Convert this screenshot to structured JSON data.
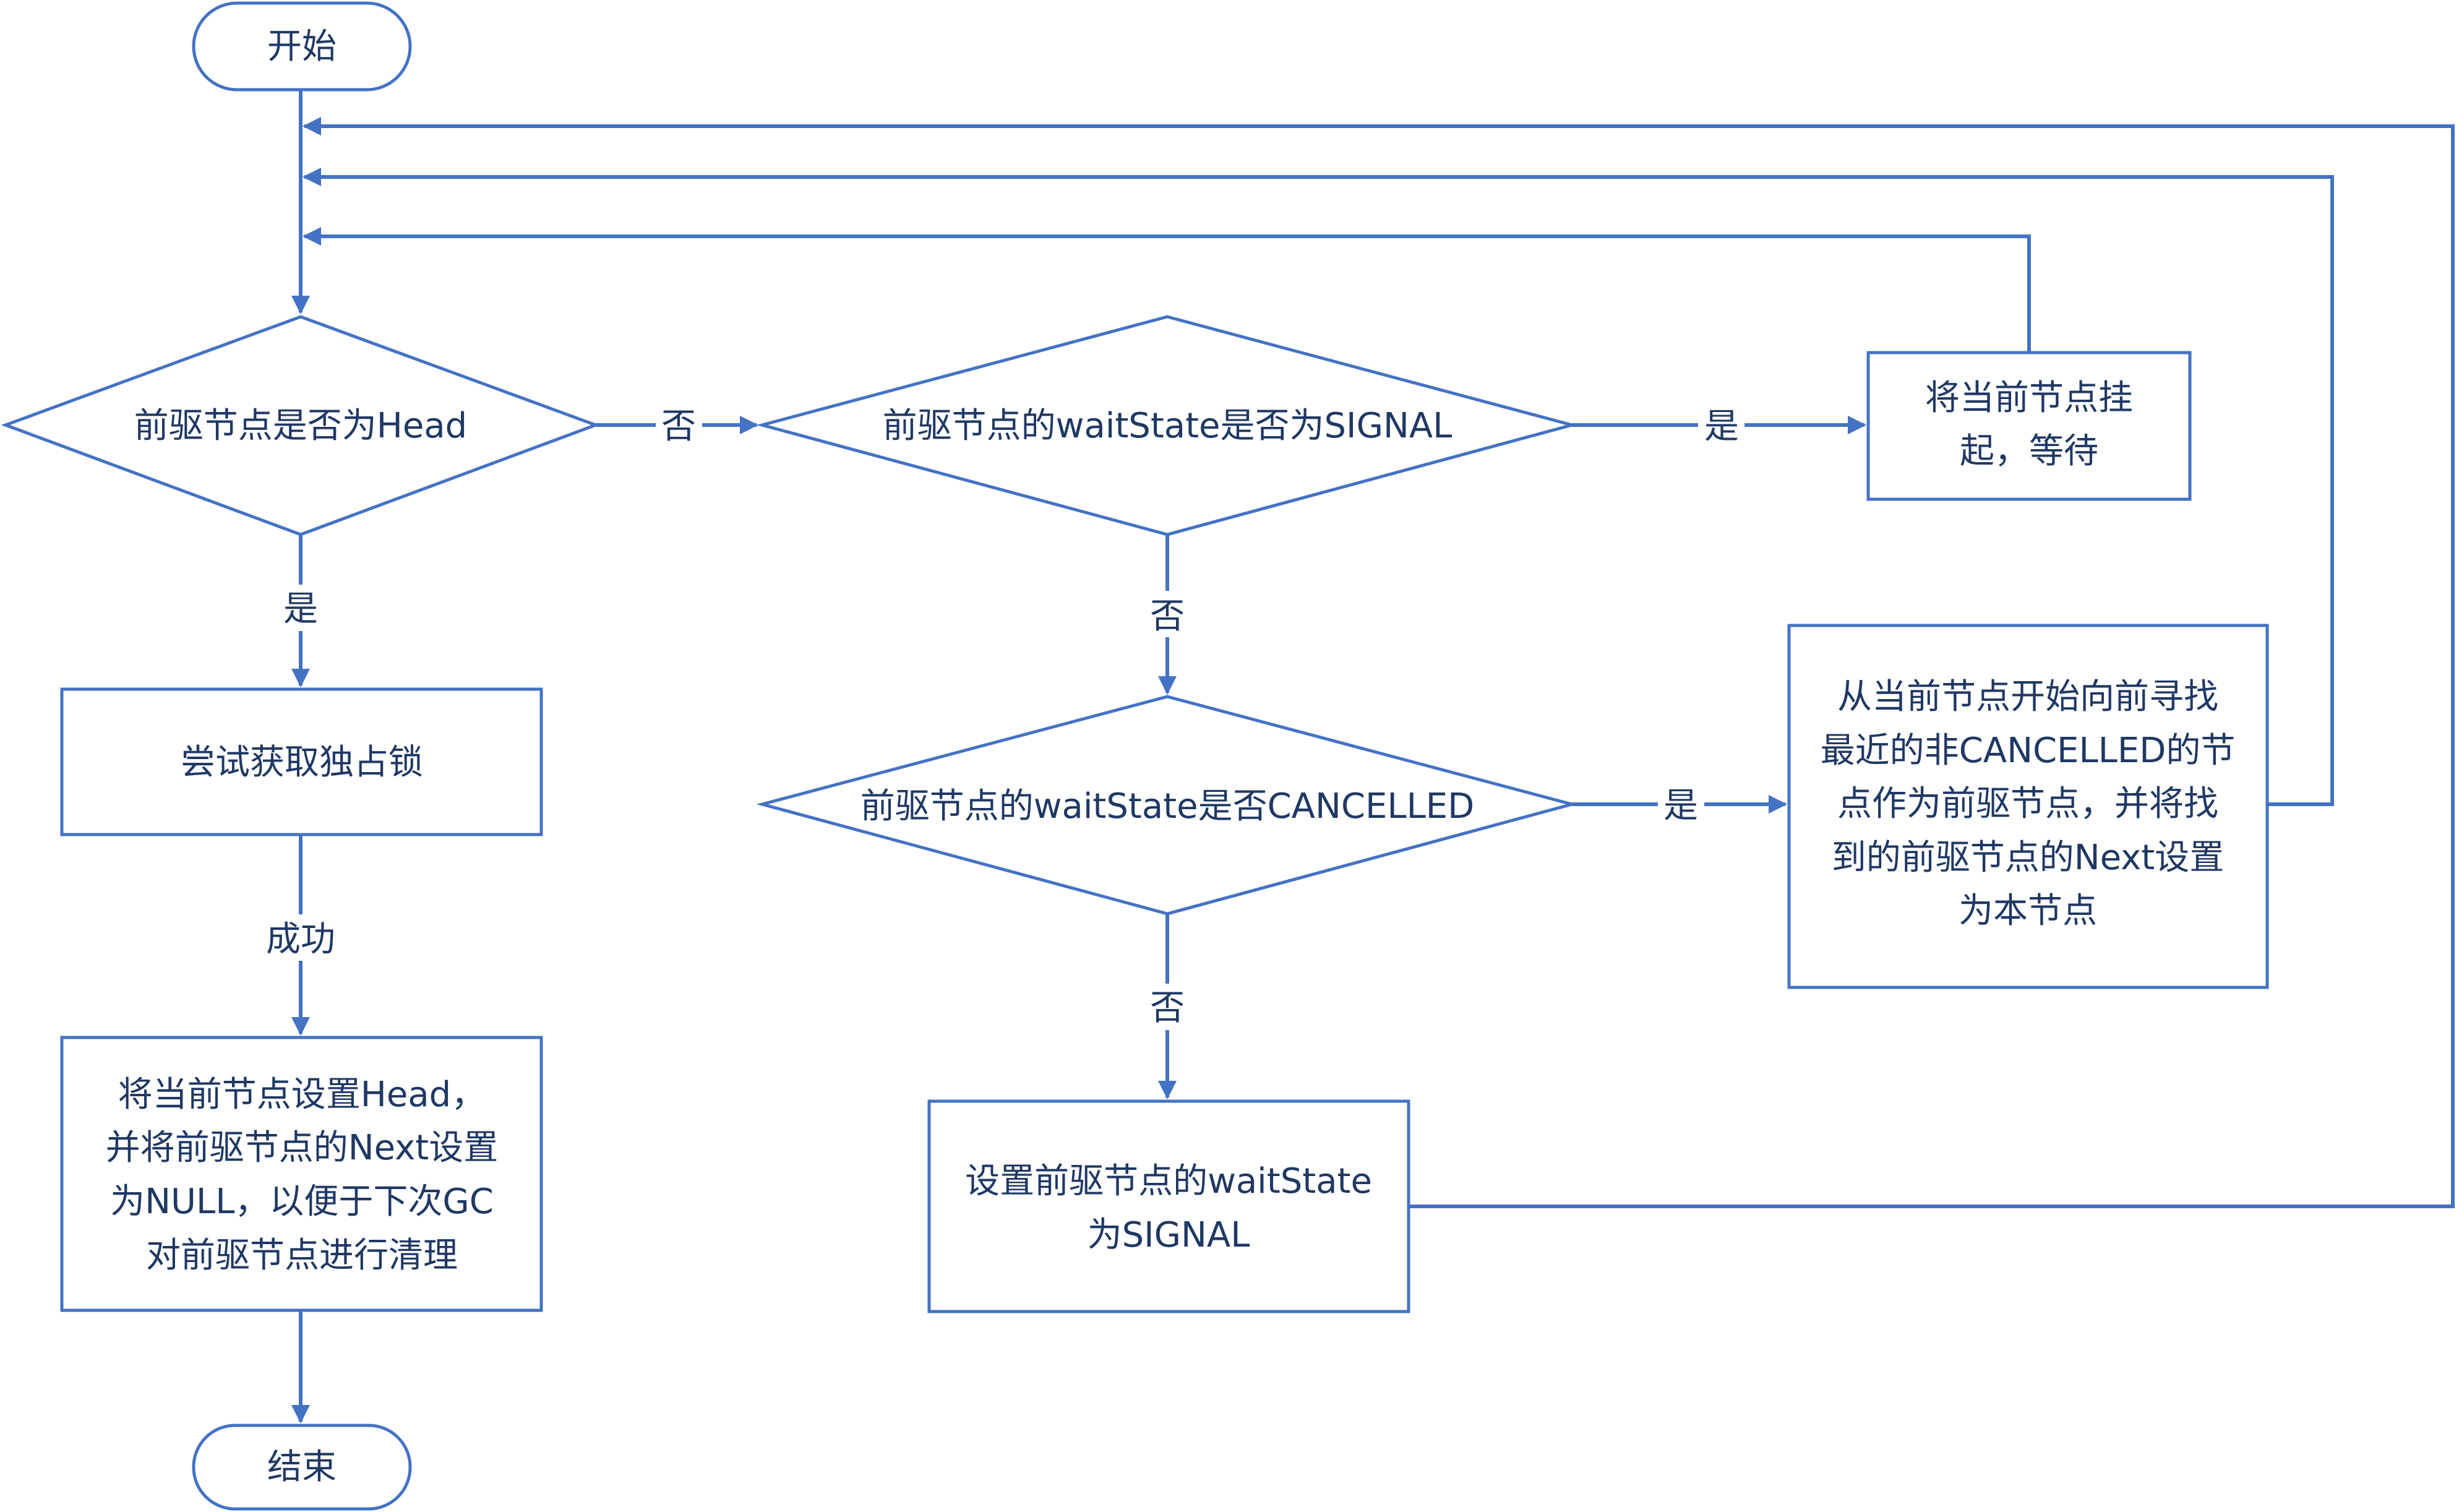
{
  "nodes": {
    "start": "开始",
    "end": "结束",
    "is_head": "前驱节点是否为Head",
    "signal_check": "前驱节点的waitState是否为SIGNAL",
    "cancelled_check": "前驱节点的waitState是否CANCELLED",
    "try_lock": "尝试获取独占锁",
    "suspend": [
      "将当前节点挂",
      "起，等待"
    ],
    "find_prev": [
      "从当前节点开始向前寻找",
      "最近的非CANCELLED的节",
      "点作为前驱节点，并将找",
      "到的前驱节点的Next设置",
      "为本节点"
    ],
    "set_signal": [
      "设置前驱节点的waitState",
      "为SIGNAL"
    ],
    "set_head": [
      "将当前节点设置Head，",
      "并将前驱节点的Next设置",
      "为NULL，以便于下次GC",
      "对前驱节点进行清理"
    ]
  },
  "edges": {
    "yes": "是",
    "no": "否",
    "success": "成功"
  },
  "colors": {
    "stroke": "#4472c4",
    "text": "#1f3864",
    "background": "#ffffff"
  }
}
